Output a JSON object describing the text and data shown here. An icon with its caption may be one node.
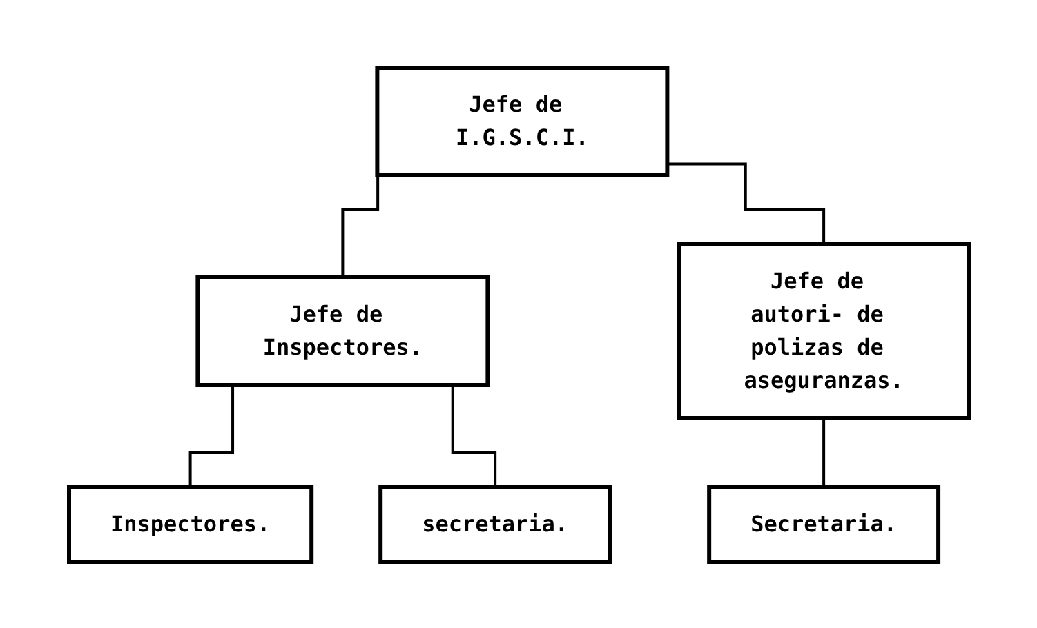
{
  "diagram": {
    "nodes": [
      {
        "text": [
          "Jefe de I.G.S.C.I."
        ]
      },
      {
        "text": [
          "Jefe de Inspectores."
        ]
      },
      {
        "text": [
          "Jefe de autori- de polizas de aseguranzas."
        ]
      },
      {
        "text": [
          "Inspectores."
        ]
      },
      {
        "text": [
          "secretaria."
        ]
      },
      {
        "text": [
          "Secretaria."
        ]
      }
    ],
    "edges": [
      {
        "from": 0,
        "to": 1,
        "arrow": "none"
      },
      {
        "from": 0,
        "to": 2,
        "arrow": "none"
      },
      {
        "from": 1,
        "to": 3,
        "arrow": "none"
      },
      {
        "from": 1,
        "to": 4,
        "arrow": "none"
      },
      {
        "from": 2,
        "to": 5,
        "arrow": "none"
      }
    ]
  }
}
